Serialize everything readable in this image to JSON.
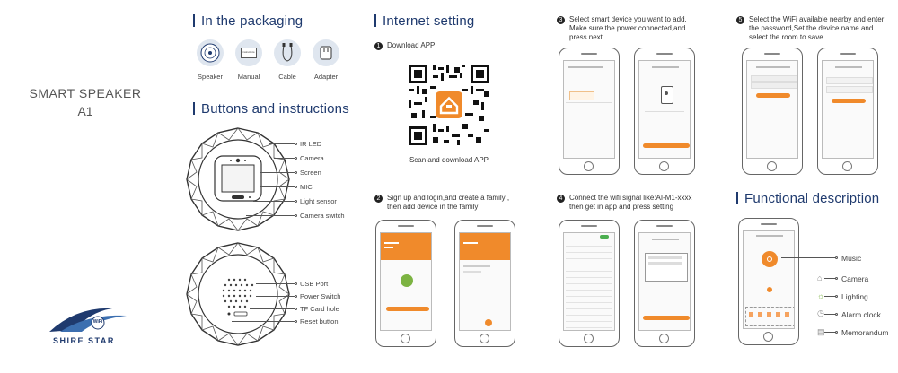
{
  "brand": {
    "product_name": "SMART SPEAKER",
    "model": "A1",
    "logo_text": "SHIRE STAR",
    "logo_badge": "WiFi"
  },
  "packaging": {
    "title": "In the packaging",
    "items": [
      {
        "label": "Speaker",
        "icon": "speaker-icon"
      },
      {
        "label": "Manual",
        "icon": "manual-icon",
        "inner": "instructions"
      },
      {
        "label": "Cable",
        "icon": "cable-icon"
      },
      {
        "label": "Adapter",
        "icon": "adapter-icon"
      }
    ]
  },
  "buttons": {
    "title": "Buttons and instructions",
    "front_labels": [
      "IR LED",
      "Camera",
      "Screen",
      "MIC",
      "Light sensor",
      "Camera switch"
    ],
    "back_labels": [
      "USB Port",
      "Power Switch",
      "TF Card hole",
      "Reset button"
    ]
  },
  "internet": {
    "title": "Internet setting",
    "step1": {
      "num": "1",
      "text": "Download APP",
      "caption": "Scan and download APP"
    },
    "step2": {
      "num": "2",
      "line1": "Sign up and login,and create a family ,",
      "line2": "then add device in the family"
    },
    "step3": {
      "num": "3",
      "line1": "Select smart device you want to add,",
      "line2": "Make sure the power connected,and",
      "line3": "press next"
    },
    "step4": {
      "num": "4",
      "line1": "Connect the wifi signal like:AI-M1-xxxx",
      "line2": "then get in app and press setting"
    },
    "step5": {
      "num": "5",
      "line1": "Select the WiFi available nearby and enter",
      "line2": "the password,Set the device name and",
      "line3": "select the room to save"
    }
  },
  "functional": {
    "title": "Functional description",
    "labels": [
      "Music",
      "Camera",
      "Lighting",
      "Alarm clock",
      "Memorandum"
    ]
  },
  "colors": {
    "accent": "#f08a2b",
    "title": "#1f3a6e"
  }
}
